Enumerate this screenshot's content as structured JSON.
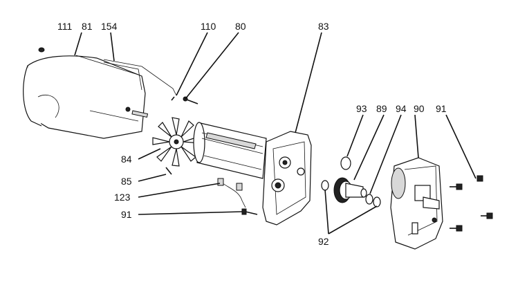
{
  "diagram": {
    "callouts": [
      {
        "id": "c111",
        "text": "111"
      },
      {
        "id": "c81",
        "text": "81"
      },
      {
        "id": "c154",
        "text": "154"
      },
      {
        "id": "c110",
        "text": "110"
      },
      {
        "id": "c80",
        "text": "80"
      },
      {
        "id": "c83",
        "text": "83"
      },
      {
        "id": "c93",
        "text": "93"
      },
      {
        "id": "c89",
        "text": "89"
      },
      {
        "id": "c94",
        "text": "94"
      },
      {
        "id": "c90",
        "text": "90"
      },
      {
        "id": "c91a",
        "text": "91"
      },
      {
        "id": "c84",
        "text": "84"
      },
      {
        "id": "c85",
        "text": "85"
      },
      {
        "id": "c123",
        "text": "123"
      },
      {
        "id": "c91b",
        "text": "91"
      },
      {
        "id": "c92",
        "text": "92"
      }
    ]
  }
}
